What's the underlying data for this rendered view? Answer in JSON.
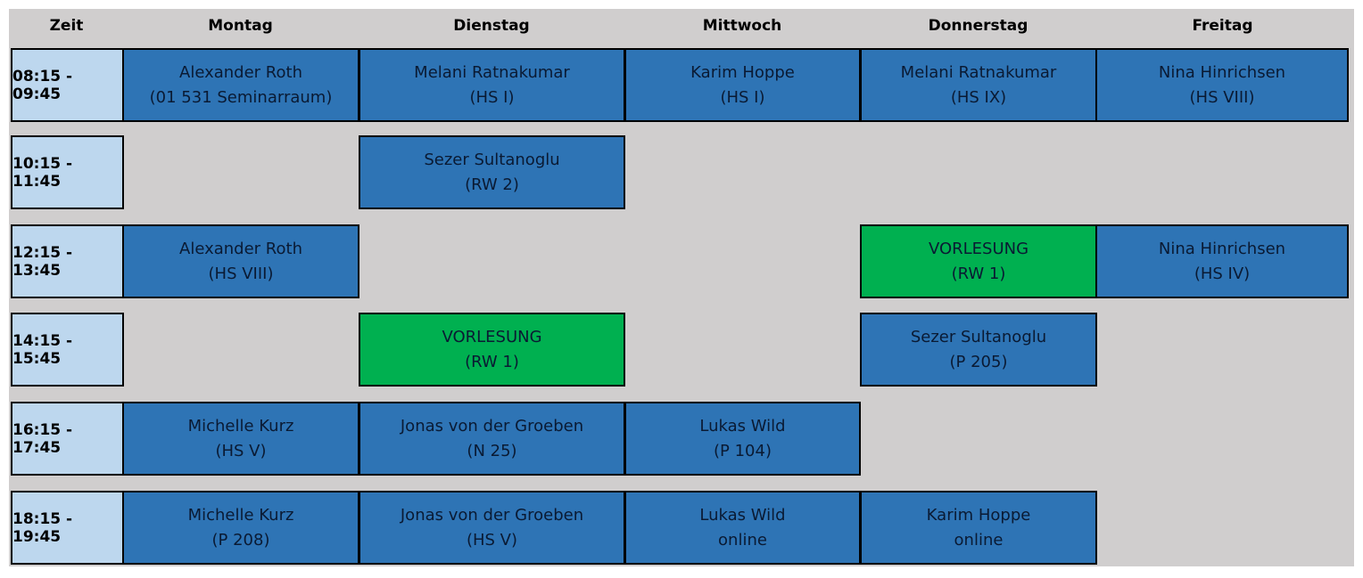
{
  "headers": {
    "zeit": "Zeit",
    "montag": "Montag",
    "dienstag": "Dienstag",
    "mittwoch": "Mittwoch",
    "donnerstag": "Donnerstag",
    "freitag": "Freitag"
  },
  "times": [
    "08:15 - 09:45",
    "10:15 - 11:45",
    "12:15 - 13:45",
    "14:15 - 15:45",
    "16:15 - 17:45",
    "18:15 - 19:45"
  ],
  "slots": [
    {
      "day": "Montag",
      "time": "08:15 - 09:45",
      "line1": "Alexander Roth",
      "line2": "(01 531 Seminarraum)",
      "type": "tutorial"
    },
    {
      "day": "Dienstag",
      "time": "08:15 - 09:45",
      "line1": "Melani Ratnakumar",
      "line2": "(HS I)",
      "type": "tutorial"
    },
    {
      "day": "Mittwoch",
      "time": "08:15 - 09:45",
      "line1": "Karim Hoppe",
      "line2": "(HS I)",
      "type": "tutorial"
    },
    {
      "day": "Donnerstag",
      "time": "08:15 - 09:45",
      "line1": "Melani Ratnakumar",
      "line2": "(HS IX)",
      "type": "tutorial"
    },
    {
      "day": "Freitag",
      "time": "08:15 - 09:45",
      "line1": "Nina Hinrichsen",
      "line2": "(HS VIII)",
      "type": "tutorial"
    },
    {
      "day": "Dienstag",
      "time": "10:15 - 11:45",
      "line1": "Sezer Sultanoglu",
      "line2": "(RW 2)",
      "type": "tutorial"
    },
    {
      "day": "Montag",
      "time": "12:15 - 13:45",
      "line1": "Alexander Roth",
      "line2": "(HS VIII)",
      "type": "tutorial"
    },
    {
      "day": "Donnerstag",
      "time": "12:15 - 13:45",
      "line1": "VORLESUNG",
      "line2": "(RW 1)",
      "type": "lecture"
    },
    {
      "day": "Freitag",
      "time": "12:15 - 13:45",
      "line1": "Nina Hinrichsen",
      "line2": "(HS IV)",
      "type": "tutorial"
    },
    {
      "day": "Dienstag",
      "time": "14:15 - 15:45",
      "line1": "VORLESUNG",
      "line2": "(RW 1)",
      "type": "lecture"
    },
    {
      "day": "Donnerstag",
      "time": "14:15 - 15:45",
      "line1": "Sezer Sultanoglu",
      "line2": "(P 205)",
      "type": "tutorial"
    },
    {
      "day": "Montag",
      "time": "16:15 - 17:45",
      "line1": "Michelle Kurz",
      "line2": "(HS V)",
      "type": "tutorial"
    },
    {
      "day": "Dienstag",
      "time": "16:15 - 17:45",
      "line1": "Jonas von der Groeben",
      "line2": "(N 25)",
      "type": "tutorial"
    },
    {
      "day": "Mittwoch",
      "time": "16:15 - 17:45",
      "line1": "Lukas Wild",
      "line2": "(P 104)",
      "type": "tutorial"
    },
    {
      "day": "Montag",
      "time": "18:15 - 19:45",
      "line1": "Michelle Kurz",
      "line2": "(P 208)",
      "type": "tutorial"
    },
    {
      "day": "Dienstag",
      "time": "18:15 - 19:45",
      "line1": "Jonas von der Groeben",
      "line2": "(HS V)",
      "type": "tutorial"
    },
    {
      "day": "Mittwoch",
      "time": "18:15 - 19:45",
      "line1": "Lukas Wild",
      "line2": "online",
      "type": "tutorial"
    },
    {
      "day": "Donnerstag",
      "time": "18:15 - 19:45",
      "line1": "Karim Hoppe",
      "line2": "online",
      "type": "tutorial"
    }
  ],
  "colors": {
    "background": "#d0cece",
    "time_cell": "#bdd7ee",
    "tutorial": "#2e74b5",
    "lecture": "#00b050",
    "border": "#000000"
  }
}
